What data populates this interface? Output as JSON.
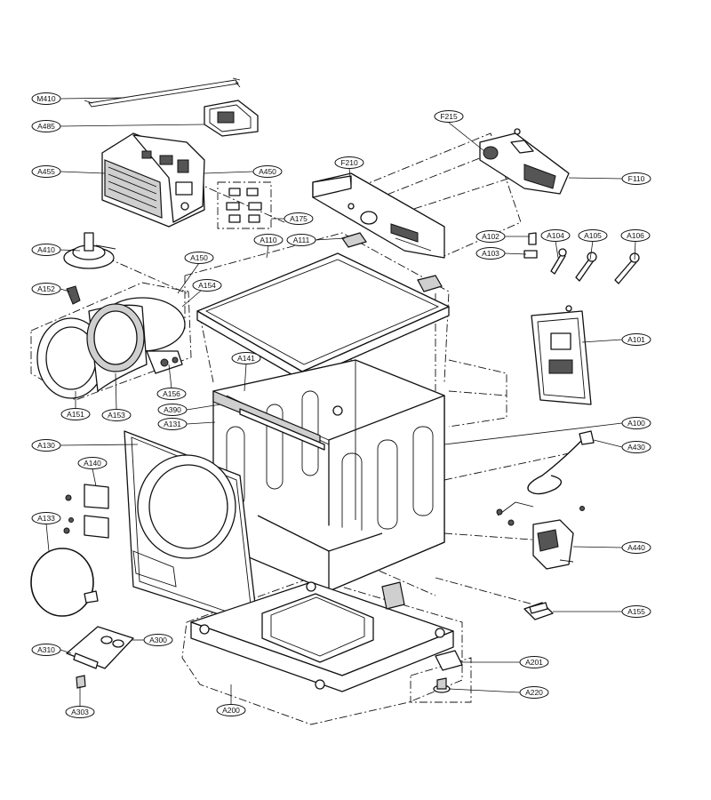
{
  "callouts": {
    "M410": "M410",
    "A485": "A485",
    "A455": "A455",
    "A450": "A450",
    "F215": "F215",
    "F210": "F210",
    "F110": "F110",
    "A175": "A175",
    "A410": "A410",
    "A110": "A110",
    "A111": "A111",
    "A102": "A102",
    "A103": "A103",
    "A104": "A104",
    "A105": "A105",
    "A106": "A106",
    "A150": "A150",
    "A152": "A152",
    "A154": "A154",
    "A101": "A101",
    "A141": "A141",
    "A156": "A156",
    "A390": "A390",
    "A131": "A131",
    "A151": "A151",
    "A153": "A153",
    "A100": "A100",
    "A130": "A130",
    "A430": "A430",
    "A140": "A140",
    "A133": "A133",
    "A440": "A440",
    "A155": "A155",
    "A310": "A310",
    "A300": "A300",
    "A201": "A201",
    "A303": "A303",
    "A220": "A220",
    "A200": "A200"
  },
  "colors": {
    "line": "#111111",
    "fill": "#ffffff",
    "shade": "#cfcfcf"
  }
}
